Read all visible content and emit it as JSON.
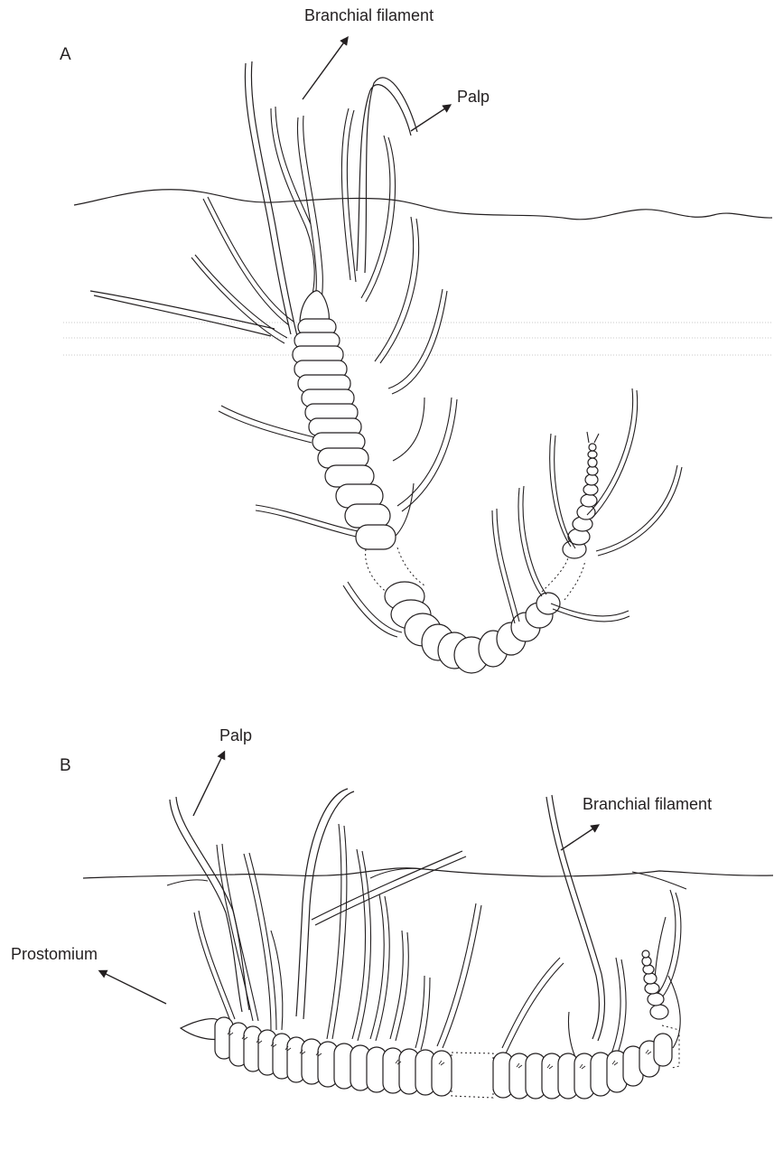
{
  "colors": {
    "ink": "#231f20",
    "background": "#ffffff",
    "guide_lines": "#c8c8c8"
  },
  "panel_a": {
    "letter": "A",
    "labels": {
      "branchial_filament": "Branchial filament",
      "palp": "Palp"
    }
  },
  "panel_b": {
    "letter": "B",
    "labels": {
      "palp": "Palp",
      "branchial_filament": "Branchial filament",
      "prostomium": "Prostomium"
    }
  }
}
